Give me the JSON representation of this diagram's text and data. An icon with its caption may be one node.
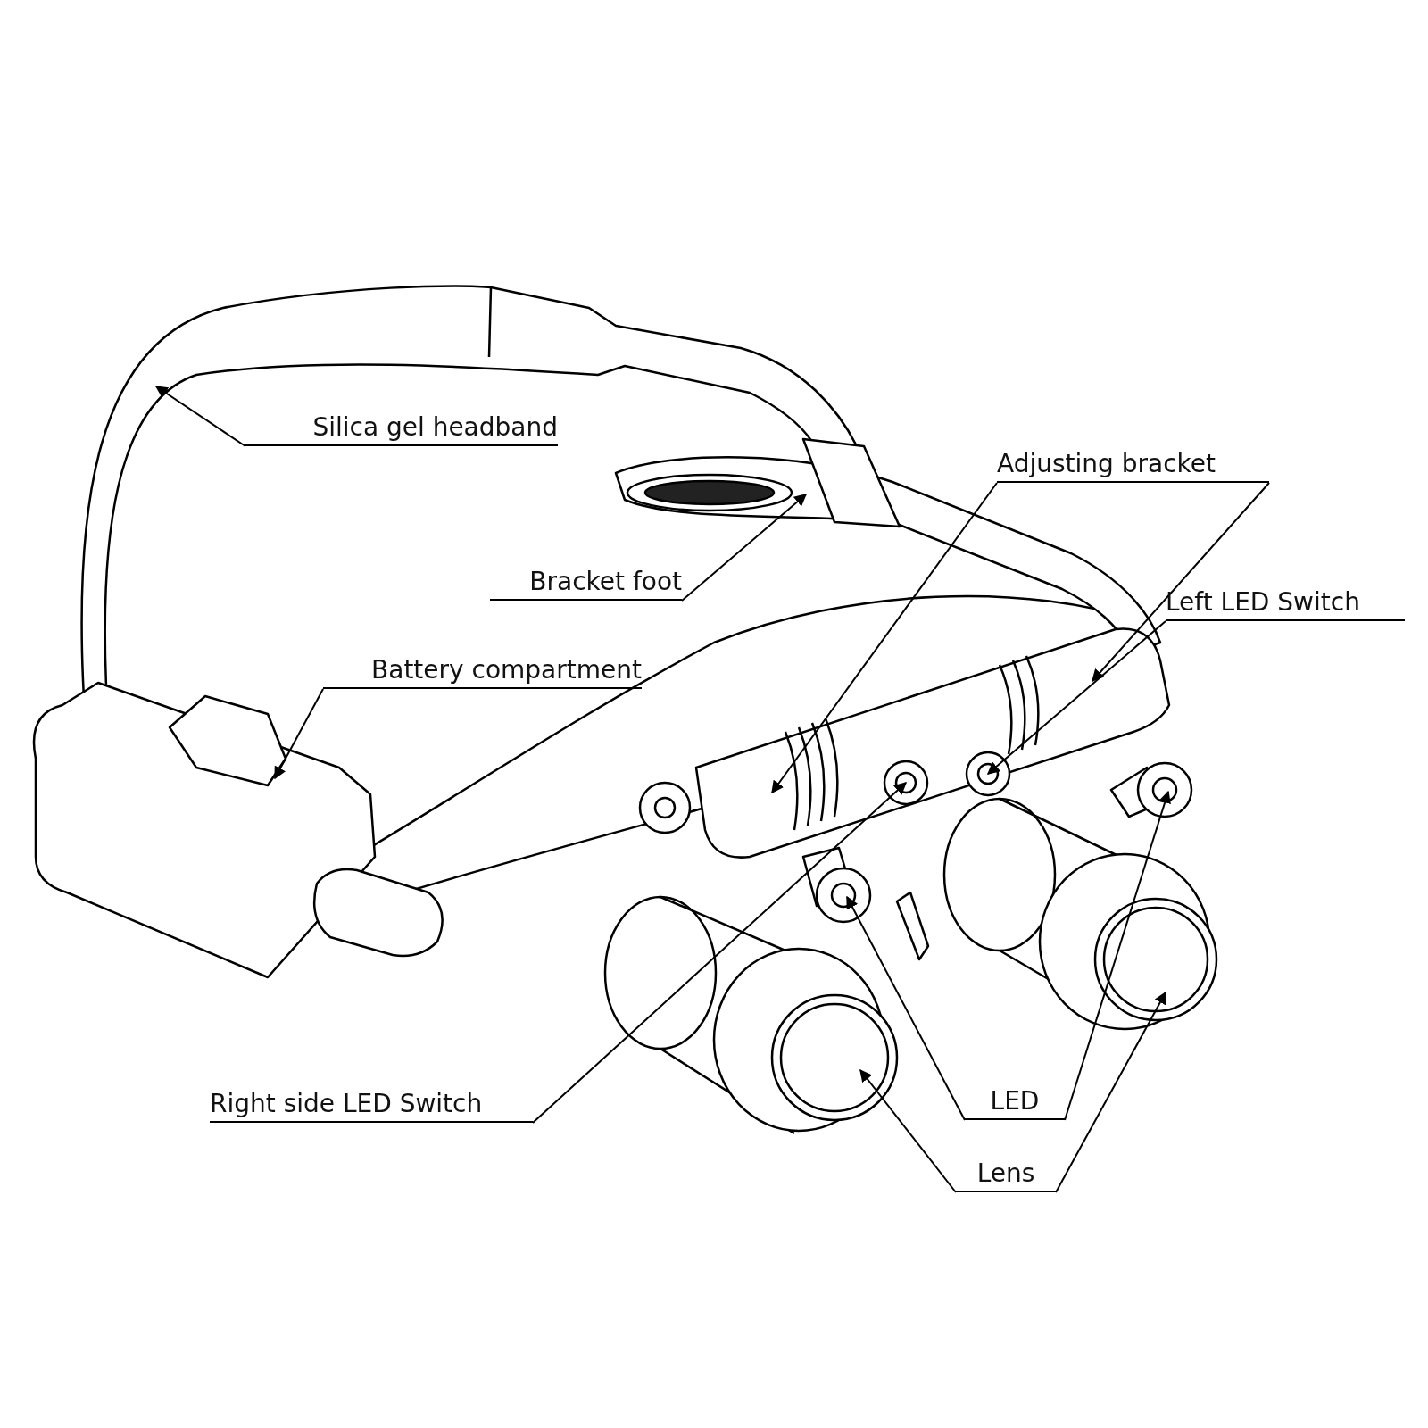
{
  "diagram": {
    "nodes": [
      {
        "text": [
          "Silica gel headband"
        ]
      },
      {
        "text": [
          "Adjusting bracket"
        ]
      },
      {
        "text": [
          "Bracket foot"
        ]
      },
      {
        "text": [
          "Left LED Switch"
        ]
      },
      {
        "text": [
          "Battery compartment"
        ]
      },
      {
        "text": [
          "Right side LED Switch"
        ]
      },
      {
        "text": [
          "LED"
        ]
      },
      {
        "text": [
          "Lens"
        ]
      }
    ],
    "edges": [
      {
        "from": 0,
        "to": null,
        "arrow": "to"
      },
      {
        "from": 1,
        "to": null,
        "arrow": "to"
      },
      {
        "from": 1,
        "to": null,
        "arrow": "to"
      },
      {
        "from": 2,
        "to": null,
        "arrow": "to"
      },
      {
        "from": 3,
        "to": null,
        "arrow": "to"
      },
      {
        "from": 4,
        "to": null,
        "arrow": "to"
      },
      {
        "from": 5,
        "to": null,
        "arrow": "to"
      },
      {
        "from": 6,
        "to": null,
        "arrow": "to"
      },
      {
        "from": 6,
        "to": null,
        "arrow": "to"
      },
      {
        "from": 7,
        "to": null,
        "arrow": "to"
      },
      {
        "from": 7,
        "to": null,
        "arrow": "to"
      }
    ]
  }
}
